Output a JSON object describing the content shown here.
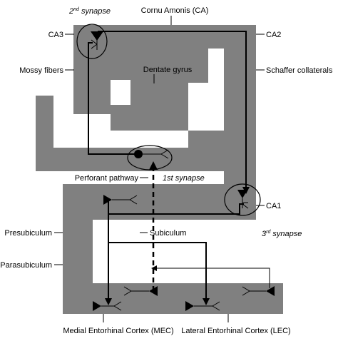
{
  "labels": {
    "cornu_amonis": "Cornu Amonis (CA)",
    "second_synapse": "2",
    "second_synapse_sup": "nd",
    "second_synapse_rest": " synapse",
    "ca3": "CA3",
    "ca2": "CA2",
    "mossy_fibers": "Mossy fibers",
    "dentate_gyrus": "Dentate gyrus",
    "schaffer_collaterals": "Schaffer collaterals",
    "perforant_pathway": "Perforant pathway",
    "first_synapse": "1st synapse",
    "ca1": "CA1",
    "presubiculum": "Presubiculum",
    "subiculum": "Subiculum",
    "third_synapse": "3",
    "third_synapse_sup": "rd",
    "third_synapse_rest": " synapse",
    "parasubiculum": "Parasubiculum",
    "mec": "Medial Entorhinal Cortex (MEC)",
    "lec": "Lateral Entorhinal Cortex (LEC)"
  },
  "colors": {
    "tissue": "#808080",
    "ink": "#000000",
    "background": "#ffffff"
  }
}
